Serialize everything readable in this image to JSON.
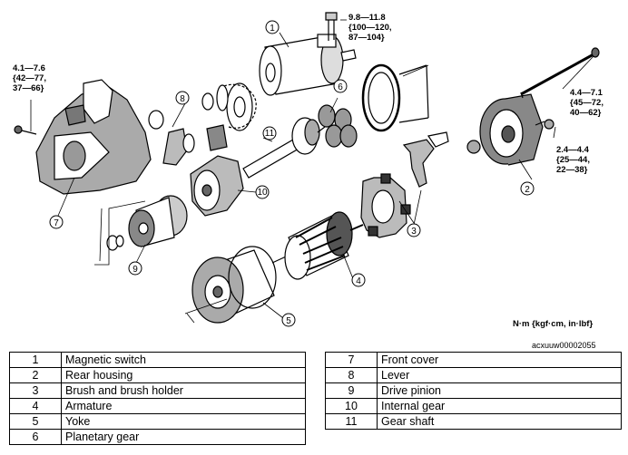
{
  "torque_specs": {
    "magnetic_switch_nut": "9.8—11.8\n{100—120,\n87—104}",
    "front_cover_bolt": "4.1—7.6\n{42—77,\n37—66}",
    "through_bolt": "4.4—7.1\n{45—72,\n40—62}",
    "rear_housing_screw": "2.4—4.4\n{25—44,\n22—38}"
  },
  "units_note": "N·m {kgf·cm, in·lbf}",
  "figure_code": "acxuuw00002055",
  "callouts": [
    "1",
    "2",
    "3",
    "4",
    "5",
    "6",
    "7",
    "8",
    "9",
    "10",
    "11"
  ],
  "legend_left": [
    {
      "num": "1",
      "name": "Magnetic switch"
    },
    {
      "num": "2",
      "name": "Rear housing"
    },
    {
      "num": "3",
      "name": "Brush and brush holder"
    },
    {
      "num": "4",
      "name": "Armature"
    },
    {
      "num": "5",
      "name": "Yoke"
    },
    {
      "num": "6",
      "name": "Planetary gear"
    }
  ],
  "legend_right": [
    {
      "num": "7",
      "name": "Front cover"
    },
    {
      "num": "8",
      "name": "Lever"
    },
    {
      "num": "9",
      "name": "Drive pinion"
    },
    {
      "num": "10",
      "name": "Internal gear"
    },
    {
      "num": "11",
      "name": "Gear shaft"
    }
  ]
}
